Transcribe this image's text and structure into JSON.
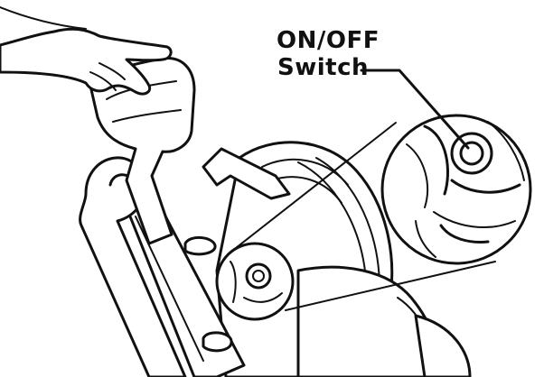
{
  "diagram": {
    "callout": {
      "line1": "ON/OFF",
      "line2": "Switch"
    },
    "icons": {
      "hand": "hand-icon",
      "vacuum": "upright-vacuum-illustration",
      "switch": "on-off-switch-icon"
    },
    "colors": {
      "ink": "#111111",
      "background": "#ffffff"
    }
  }
}
